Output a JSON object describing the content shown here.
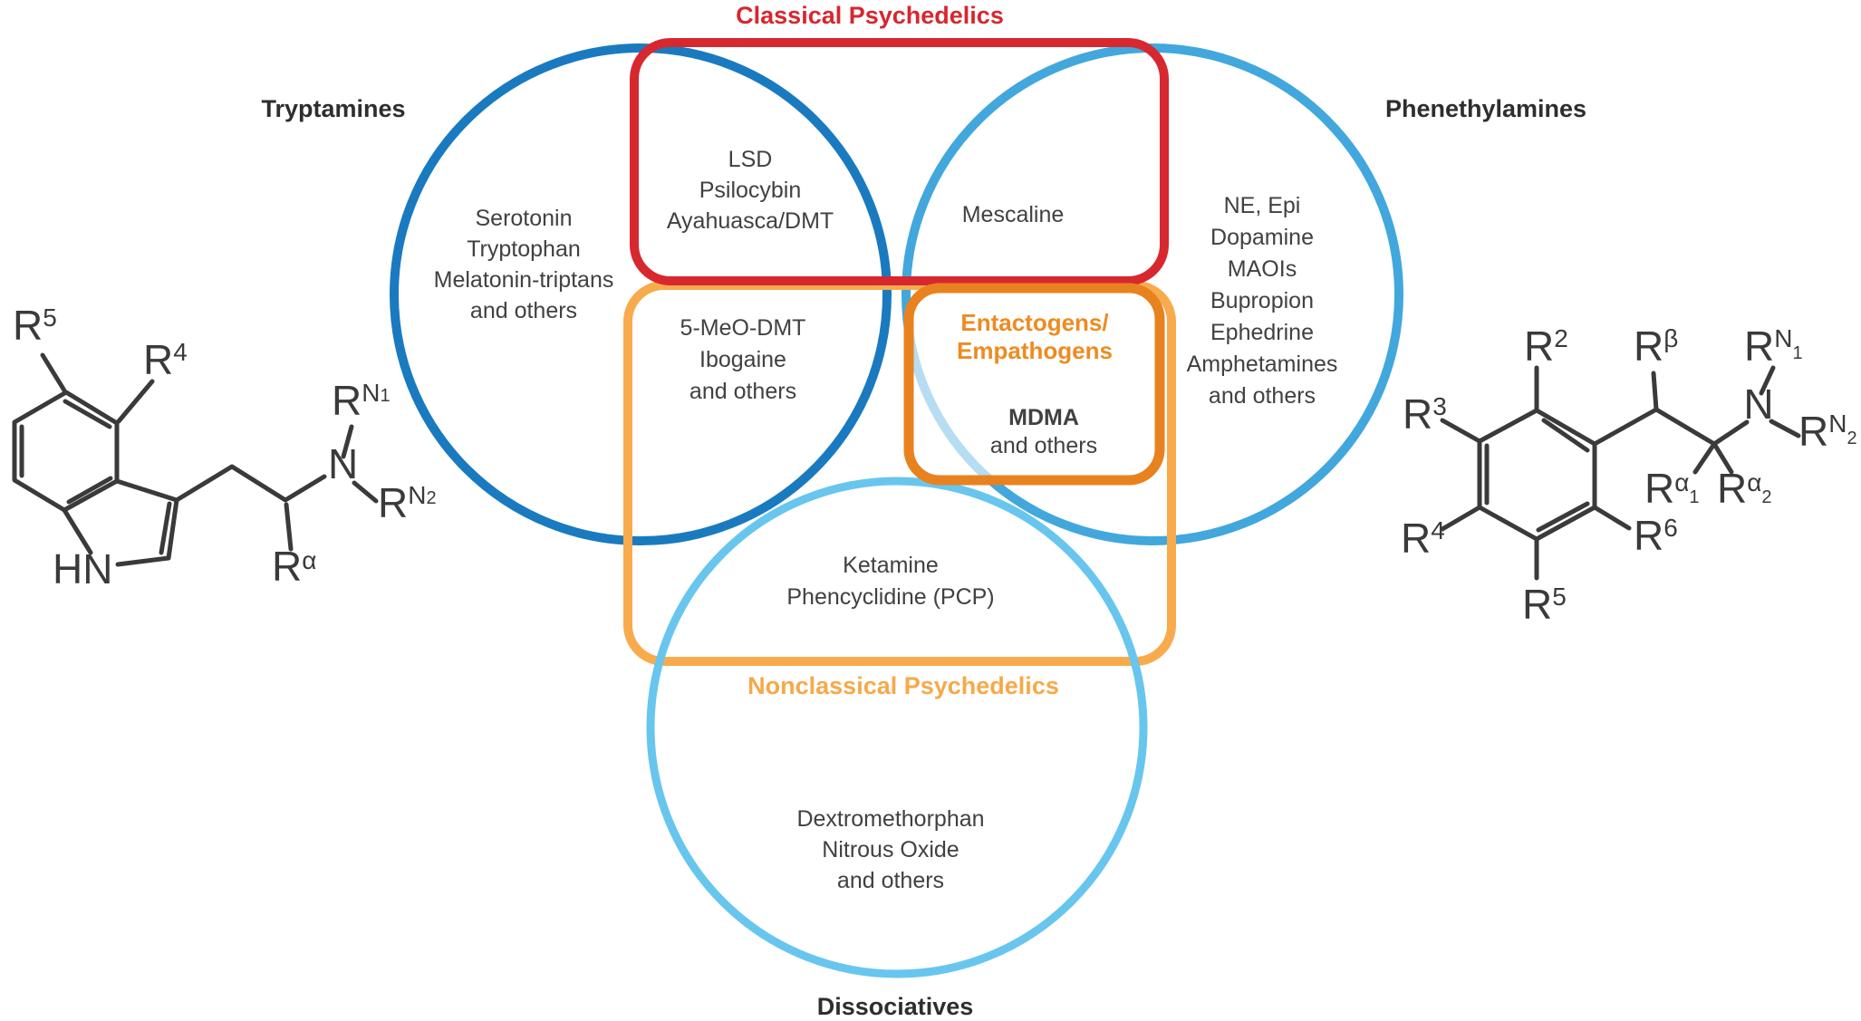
{
  "figure": {
    "classical_title": "Classical Psychedelics",
    "nonclassical_title": "Nonclassical Psychedelics",
    "entactogens_title_line1": "Entactogens/",
    "entactogens_title_line2": "Empathogens",
    "set_labels": {
      "tryptamines": "Tryptamines",
      "phenethylamines": "Phenethylamines",
      "dissociatives": "Dissociatives"
    }
  },
  "regions": {
    "tryptamines_only": [
      "Serotonin",
      "Tryptophan",
      "Melatonin-triptans",
      "and others"
    ],
    "classical_tryptamines": [
      "LSD",
      "Psilocybin",
      "Ayahuasca/DMT"
    ],
    "classical_phenethylamines": [
      "Mescaline"
    ],
    "phenethylamines_only": [
      "NE, Epi",
      "Dopamine",
      "MAOIs",
      "Bupropion",
      "Ephedrine",
      "Amphetamines",
      "and others"
    ],
    "nonclassical_tryptamines": [
      "5-MeO-DMT",
      "Ibogaine",
      "and others"
    ],
    "entactogens": {
      "primary": "MDMA",
      "secondary": "and others"
    },
    "nonclassical_center": [
      "Ketamine",
      "Phencyclidine (PCP)"
    ],
    "dissociatives_only": [
      "Dextromethorphan",
      "Nitrous Oxide",
      "and others"
    ]
  },
  "colors": {
    "classical_red": "#d7282f",
    "entactogens_orange": "#e8821f",
    "nonclassical_orange": "#f8ab4c",
    "tryptamines_blue": "#1a7abf",
    "phenethylamines_blue": "#42a7dc",
    "dissociatives_blue": "#68c6ee",
    "text_dark": "#414042"
  },
  "structures": {
    "tryptamine": {
      "labels": {
        "r5": {
          "base": "R",
          "sup": "5"
        },
        "r4": {
          "base": "R",
          "sup": "4"
        },
        "rn1": {
          "base": "R",
          "sup": "N",
          "supsm": "1"
        },
        "n": {
          "base": "N"
        },
        "rn2": {
          "base": "R",
          "sup": "N",
          "supsm": "2"
        },
        "ralpha": {
          "base": "R",
          "sup": "α"
        },
        "hn": {
          "base": "HN"
        }
      }
    },
    "phenethylamine": {
      "labels": {
        "r2": {
          "base": "R",
          "sup": "2"
        },
        "r3": {
          "base": "R",
          "sup": "3"
        },
        "r4": {
          "base": "R",
          "sup": "4"
        },
        "r5": {
          "base": "R",
          "sup": "5"
        },
        "r6": {
          "base": "R",
          "sup": "6"
        },
        "rbeta": {
          "base": "R",
          "sup": "β"
        },
        "rn1": {
          "base": "R",
          "sup": "N",
          "subsm": "1"
        },
        "rn2": {
          "base": "R",
          "sup": "N",
          "subsm": "2"
        },
        "ralpha1": {
          "base": "R",
          "sup": "α",
          "subsm": "1"
        },
        "ralpha2": {
          "base": "R",
          "sup": "α",
          "subsm": "2"
        },
        "n": {
          "base": "N"
        }
      }
    }
  }
}
